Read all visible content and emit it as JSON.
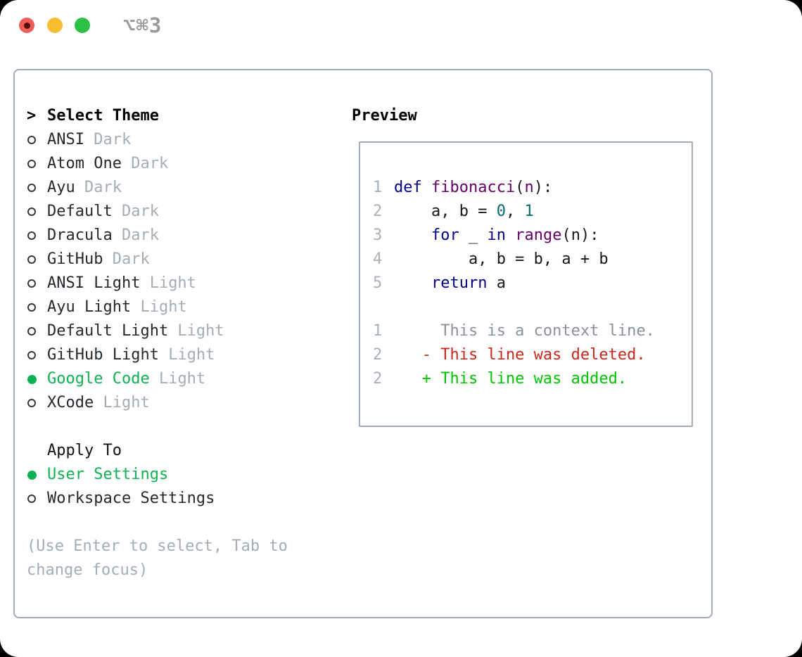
{
  "titlebar": {
    "shortcut": "⌥⌘3"
  },
  "colors": {
    "tl_red": "#ee5d5a",
    "tl_yellow": "#f9bd32",
    "tl_green": "#2ec043",
    "accent_green": "#0fb152",
    "muted": "#a4adb6",
    "line_number": "#a8b0ba",
    "syn_keyword": "#000088",
    "syn_type": "#660066",
    "syn_literal": "#0a6b6b",
    "diff_context": "#8b929c",
    "diff_del": "#c9281a",
    "diff_add": "#00c400"
  },
  "theme_list": {
    "heading": "Select Theme",
    "caret": ">",
    "items": [
      {
        "name": "ANSI",
        "variant": "Dark",
        "selected": false
      },
      {
        "name": "Atom One",
        "variant": "Dark",
        "selected": false
      },
      {
        "name": "Ayu",
        "variant": "Dark",
        "selected": false
      },
      {
        "name": "Default",
        "variant": "Dark",
        "selected": false
      },
      {
        "name": "Dracula",
        "variant": "Dark",
        "selected": false
      },
      {
        "name": "GitHub",
        "variant": "Dark",
        "selected": false
      },
      {
        "name": "ANSI Light",
        "variant": "Light",
        "selected": false
      },
      {
        "name": "Ayu Light",
        "variant": "Light",
        "selected": false
      },
      {
        "name": "Default Light",
        "variant": "Light",
        "selected": false
      },
      {
        "name": "GitHub Light",
        "variant": "Light",
        "selected": false
      },
      {
        "name": "Google Code",
        "variant": "Light",
        "selected": true
      },
      {
        "name": "XCode",
        "variant": "Light",
        "selected": false
      }
    ]
  },
  "apply_to": {
    "heading": "Apply To",
    "options": [
      {
        "label": "User Settings",
        "selected": true
      },
      {
        "label": "Workspace Settings",
        "selected": false
      }
    ]
  },
  "hint": "(Use Enter to select, Tab to change focus)",
  "preview": {
    "heading": "Preview",
    "code_lines": [
      {
        "num": "1",
        "segments": [
          {
            "text": "def ",
            "style": "kw"
          },
          {
            "text": "fibonacci",
            "style": "typ"
          },
          {
            "text": "(",
            "style": "pln"
          },
          {
            "text": "n",
            "style": "typ"
          },
          {
            "text": "):",
            "style": "pln"
          }
        ]
      },
      {
        "num": "2",
        "segments": [
          {
            "text": "    a, b = ",
            "style": "pln"
          },
          {
            "text": "0",
            "style": "lit"
          },
          {
            "text": ", ",
            "style": "pln"
          },
          {
            "text": "1",
            "style": "lit"
          }
        ]
      },
      {
        "num": "3",
        "segments": [
          {
            "text": "    ",
            "style": "pln"
          },
          {
            "text": "for",
            "style": "kw"
          },
          {
            "text": " _ ",
            "style": "pln"
          },
          {
            "text": "in",
            "style": "kw"
          },
          {
            "text": " ",
            "style": "pln"
          },
          {
            "text": "range",
            "style": "typ"
          },
          {
            "text": "(n):",
            "style": "pln"
          }
        ]
      },
      {
        "num": "4",
        "segments": [
          {
            "text": "        a, b = b, a + b",
            "style": "pln"
          }
        ]
      },
      {
        "num": "5",
        "segments": [
          {
            "text": "    ",
            "style": "pln"
          },
          {
            "text": "return",
            "style": "kw"
          },
          {
            "text": " a",
            "style": "pln"
          }
        ]
      },
      {
        "num": "",
        "segments": []
      },
      {
        "num": "1",
        "segments": [
          {
            "text": "     This is a context line.",
            "style": "ctx"
          }
        ]
      },
      {
        "num": "2",
        "segments": [
          {
            "text": "   - This line was deleted.",
            "style": "del"
          }
        ]
      },
      {
        "num": "2",
        "segments": [
          {
            "text": "   + This line was added.",
            "style": "add"
          }
        ]
      }
    ]
  }
}
